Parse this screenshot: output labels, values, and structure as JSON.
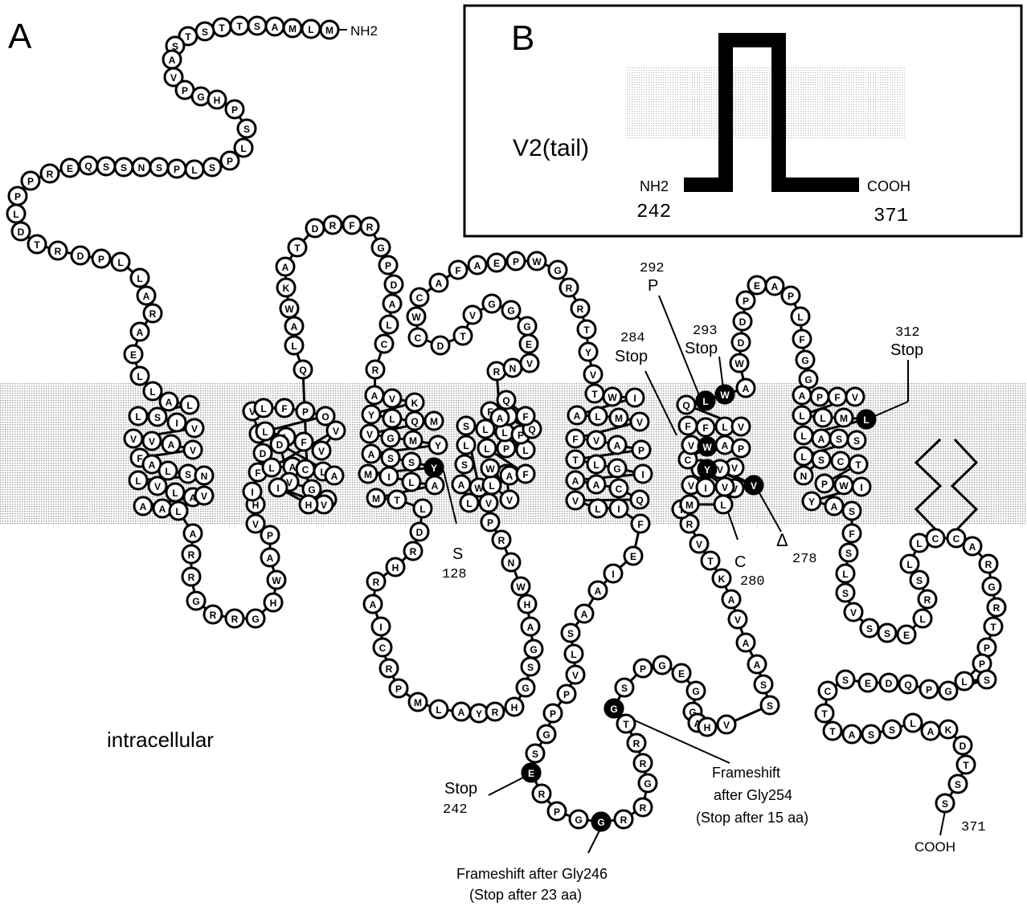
{
  "panel_a": {
    "letter": "A",
    "nh2": "NH2",
    "intracellular": "intracellular",
    "cooh": "COOH",
    "cooh_num": "371"
  },
  "panel_b": {
    "letter": "B",
    "name": "V2(tail)",
    "nh2": "NH2",
    "start": "242",
    "cooh": "COOH",
    "end": "371"
  },
  "annotations": {
    "a292_num": "292",
    "a292_res": "P",
    "a284_num": "284",
    "a284_txt": "Stop",
    "a293_num": "293",
    "a293_txt": "Stop",
    "a312_num": "312",
    "a312_txt": "Stop",
    "a128_res": "S",
    "a128_num": "128",
    "a280_res": "C",
    "a280_num": "280",
    "a278_sym": "Δ",
    "a278_num": "278",
    "a242_txt": "Stop",
    "a242_num": "242",
    "fs254_l1": "Frameshift",
    "fs254_l2": "after Gly254",
    "fs254_l3": "(Stop after 15 aa)",
    "fs246_l1": "Frameshift after Gly246",
    "fs246_l2": "(Stop after 23 aa)"
  },
  "chain": [
    [
      "M",
      410,
      37
    ],
    [
      "L",
      387,
      36
    ],
    [
      "M",
      364,
      35
    ],
    [
      "A",
      342,
      33
    ],
    [
      "S",
      320,
      32
    ],
    [
      "T",
      298,
      32
    ],
    [
      "T",
      276,
      34
    ],
    [
      "S",
      255,
      39
    ],
    [
      "T",
      234,
      45
    ],
    [
      "S",
      218,
      57
    ],
    [
      "A",
      214,
      74
    ],
    [
      "V",
      216,
      96
    ],
    [
      "P",
      230,
      112
    ],
    [
      "G",
      250,
      120
    ],
    [
      "H",
      270,
      124
    ],
    [
      "P",
      292,
      136
    ],
    [
      "S",
      307,
      160
    ],
    [
      "L",
      303,
      184
    ],
    [
      "P",
      286,
      200
    ],
    [
      "S",
      264,
      208
    ],
    [
      "L",
      242,
      211
    ],
    [
      "P",
      220,
      210
    ],
    [
      "S",
      198,
      208
    ],
    [
      "N",
      176,
      208
    ],
    [
      "S",
      154,
      208
    ],
    [
      "S",
      132,
      207
    ],
    [
      "Q",
      110,
      206
    ],
    [
      "E",
      87,
      209
    ],
    [
      "R",
      62,
      216
    ],
    [
      "P",
      38,
      225
    ],
    [
      "P",
      22,
      244
    ],
    [
      "L",
      20,
      266
    ],
    [
      "D",
      26,
      288
    ],
    [
      "T",
      46,
      304
    ],
    [
      "R",
      72,
      312
    ],
    [
      "D",
      100,
      318
    ],
    [
      "P",
      126,
      322
    ],
    [
      "L",
      150,
      326
    ],
    [
      "L",
      174,
      346
    ],
    [
      "A",
      182,
      368
    ],
    [
      "R",
      190,
      390
    ],
    [
      "A",
      174,
      413
    ],
    [
      "E",
      166,
      441
    ],
    [
      "L",
      174,
      468
    ],
    [
      "L",
      190,
      487
    ],
    [
      "A",
      210,
      500
    ],
    [
      "L",
      236,
      504
    ],
    [
      "L",
      172,
      518
    ],
    [
      "S",
      196,
      519
    ],
    [
      "I",
      220,
      526
    ],
    [
      "V",
      242,
      533
    ],
    [
      "V",
      166,
      546
    ],
    [
      "V",
      189,
      549
    ],
    [
      "A",
      213,
      553
    ],
    [
      "V",
      240,
      560
    ],
    [
      "F",
      174,
      570
    ],
    [
      "A",
      189,
      578
    ],
    [
      "L",
      209,
      586
    ],
    [
      "S",
      234,
      590
    ],
    [
      "N",
      254,
      592
    ],
    [
      "L",
      172,
      598
    ],
    [
      "V",
      196,
      605
    ],
    [
      "L",
      218,
      613
    ],
    [
      "A",
      240,
      619
    ],
    [
      "V",
      254,
      617
    ],
    [
      "A",
      178,
      630
    ],
    [
      "A",
      202,
      633
    ],
    [
      "L",
      222,
      636
    ],
    [
      "A",
      240,
      664
    ],
    [
      "R",
      238,
      690
    ],
    [
      "R",
      238,
      718
    ],
    [
      "G",
      244,
      748
    ],
    [
      "R",
      265,
      765
    ],
    [
      "R",
      292,
      770
    ],
    [
      "G",
      318,
      770
    ],
    [
      "H",
      340,
      750
    ],
    [
      "W",
      344,
      722
    ],
    [
      "A",
      336,
      694
    ],
    [
      "P",
      336,
      666
    ],
    [
      "V",
      318,
      652
    ],
    [
      "H",
      318,
      628
    ],
    [
      "I",
      314,
      612
    ],
    [
      "F",
      321,
      588
    ],
    [
      "D",
      327,
      564
    ],
    [
      "L",
      322,
      540
    ],
    [
      "V",
      314,
      512
    ],
    [
      "L",
      328,
      508
    ],
    [
      "F",
      354,
      508
    ],
    [
      "P",
      380,
      512
    ],
    [
      "O",
      405,
      518
    ],
    [
      "L",
      330,
      537
    ],
    [
      "L",
      356,
      544
    ],
    [
      "F",
      378,
      550
    ],
    [
      "V",
      400,
      561
    ],
    [
      "V",
      418,
      536
    ],
    [
      "L",
      338,
      582
    ],
    [
      "A",
      364,
      581
    ],
    [
      "C",
      380,
      584
    ],
    [
      "L",
      402,
      587
    ],
    [
      "A",
      416,
      592
    ],
    [
      "D",
      348,
      553
    ],
    [
      "V",
      360,
      600
    ],
    [
      "G",
      388,
      609
    ],
    [
      "H",
      407,
      622
    ],
    [
      "V",
      403,
      628
    ],
    [
      "I",
      346,
      607
    ],
    [
      "H",
      384,
      628
    ],
    [
      "Q",
      377,
      460
    ],
    [
      "L",
      366,
      430
    ],
    [
      "A",
      366,
      406
    ],
    [
      "W",
      360,
      384
    ],
    [
      "K",
      356,
      358
    ],
    [
      "A",
      355,
      332
    ],
    [
      "T",
      370,
      308
    ],
    [
      "D",
      392,
      284
    ],
    [
      "R",
      414,
      280
    ],
    [
      "F",
      438,
      280
    ],
    [
      "R",
      460,
      282
    ],
    [
      "G",
      474,
      308
    ],
    [
      "P",
      483,
      330
    ],
    [
      "D",
      490,
      354
    ],
    [
      "A",
      488,
      378
    ],
    [
      "L",
      484,
      404
    ],
    [
      "C",
      478,
      428
    ],
    [
      "R",
      467,
      460
    ],
    [
      "A",
      466,
      492
    ],
    [
      "V",
      488,
      496
    ],
    [
      "K",
      516,
      501
    ],
    [
      "Y",
      462,
      516
    ],
    [
      "L",
      488,
      521
    ],
    [
      "Q",
      516,
      524
    ],
    [
      "M",
      540,
      524
    ],
    [
      "V",
      460,
      540
    ],
    [
      "G",
      486,
      545
    ],
    [
      "M",
      514,
      548
    ],
    [
      "Y",
      545,
      554
    ],
    [
      "A",
      462,
      565
    ],
    [
      "S",
      486,
      570
    ],
    [
      "S",
      512,
      575
    ],
    [
      "Y",
      540,
      582
    ],
    [
      "M",
      458,
      590
    ],
    [
      "I",
      484,
      593
    ],
    [
      "L",
      512,
      600
    ],
    [
      "A",
      541,
      604
    ],
    [
      "M",
      468,
      620
    ],
    [
      "T",
      494,
      622
    ],
    [
      "L",
      526,
      633
    ],
    [
      "D",
      522,
      662
    ],
    [
      "R",
      514,
      686
    ],
    [
      "H",
      492,
      706
    ],
    [
      "R",
      468,
      724
    ],
    [
      "A",
      464,
      752
    ],
    [
      "I",
      474,
      780
    ],
    [
      "C",
      476,
      806
    ],
    [
      "R",
      484,
      832
    ],
    [
      "P",
      496,
      857
    ],
    [
      "M",
      520,
      874
    ],
    [
      "L",
      546,
      883
    ],
    [
      "A",
      574,
      886
    ],
    [
      "Y",
      596,
      888
    ],
    [
      "R",
      616,
      886
    ],
    [
      "H",
      640,
      880
    ],
    [
      "G",
      654,
      856
    ],
    [
      "S",
      660,
      830
    ],
    [
      "G",
      664,
      808
    ],
    [
      "A",
      660,
      780
    ],
    [
      "H",
      656,
      752
    ],
    [
      "W",
      648,
      730
    ],
    [
      "N",
      636,
      700
    ],
    [
      "R",
      624,
      672
    ],
    [
      "P",
      610,
      650
    ],
    [
      "V",
      608,
      626
    ],
    [
      "L",
      584,
      626
    ],
    [
      "A",
      574,
      603
    ],
    [
      "S",
      578,
      578
    ],
    [
      "L",
      580,
      554
    ],
    [
      "S",
      580,
      530
    ],
    [
      "W",
      596,
      607
    ],
    [
      "L",
      612,
      604
    ],
    [
      "V",
      634,
      622
    ],
    [
      "A",
      630,
      590
    ],
    [
      "W",
      610,
      583
    ],
    [
      "A",
      634,
      592
    ],
    [
      "F",
      654,
      590
    ],
    [
      "L",
      606,
      558
    ],
    [
      "P",
      630,
      558
    ],
    [
      "L",
      654,
      560
    ],
    [
      "L",
      604,
      534
    ],
    [
      "L",
      628,
      538
    ],
    [
      "P",
      648,
      541
    ],
    [
      "Q",
      662,
      534
    ],
    [
      "F",
      610,
      512
    ],
    [
      "I",
      632,
      518
    ],
    [
      "F",
      654,
      518
    ],
    [
      "Q",
      630,
      498
    ],
    [
      "A",
      622,
      520
    ],
    [
      "R",
      618,
      462
    ],
    [
      "N",
      638,
      458
    ],
    [
      "V",
      659,
      452
    ],
    [
      "E",
      658,
      428
    ],
    [
      "G",
      656,
      406
    ],
    [
      "G",
      636,
      386
    ],
    [
      "G",
      612,
      378
    ],
    [
      "V",
      588,
      392
    ],
    [
      "T",
      576,
      418
    ],
    [
      "D",
      548,
      430
    ],
    [
      "C",
      520,
      420
    ],
    [
      "W",
      518,
      394
    ],
    [
      "C",
      522,
      370
    ],
    [
      "A",
      546,
      352
    ],
    [
      "F",
      570,
      336
    ],
    [
      "A",
      594,
      330
    ],
    [
      "E",
      618,
      327
    ],
    [
      "P",
      642,
      325
    ],
    [
      "W",
      668,
      325
    ],
    [
      "G",
      694,
      336
    ],
    [
      "R",
      708,
      358
    ],
    [
      "R",
      722,
      384
    ],
    [
      "T",
      730,
      410
    ],
    [
      "Y",
      732,
      438
    ],
    [
      "V",
      738,
      466
    ],
    [
      "T",
      740,
      490
    ],
    [
      "W",
      762,
      494
    ],
    [
      "I",
      790,
      495
    ],
    [
      "A",
      718,
      517
    ],
    [
      "L",
      744,
      518
    ],
    [
      "M",
      770,
      520
    ],
    [
      "V",
      796,
      525
    ],
    [
      "F",
      716,
      546
    ],
    [
      "V",
      742,
      548
    ],
    [
      "A",
      768,
      554
    ],
    [
      "P",
      798,
      560
    ],
    [
      "T",
      716,
      572
    ],
    [
      "L",
      742,
      578
    ],
    [
      "G",
      768,
      583
    ],
    [
      "I",
      800,
      590
    ],
    [
      "A",
      716,
      598
    ],
    [
      "A",
      742,
      603
    ],
    [
      "C",
      770,
      608
    ],
    [
      "Q",
      796,
      622
    ],
    [
      "V",
      716,
      623
    ],
    [
      "L",
      744,
      633
    ],
    [
      "I",
      770,
      633
    ],
    [
      "F",
      797,
      652
    ],
    [
      "E",
      788,
      692
    ],
    [
      "I",
      763,
      714
    ],
    [
      "A",
      744,
      735
    ],
    [
      "A",
      727,
      764
    ],
    [
      "S",
      710,
      788
    ],
    [
      "L",
      714,
      814
    ],
    [
      "V",
      716,
      840
    ],
    [
      "P",
      705,
      864
    ],
    [
      "P",
      688,
      888
    ],
    [
      "G",
      680,
      914
    ],
    [
      "S",
      666,
      938
    ],
    [
      "E",
      661,
      962
    ],
    [
      "R",
      674,
      988
    ],
    [
      "P",
      693,
      1010
    ],
    [
      "G",
      720,
      1020
    ],
    [
      "G",
      748,
      1023
    ],
    [
      "R",
      776,
      1020
    ],
    [
      "R",
      800,
      1005
    ],
    [
      "G",
      806,
      975
    ],
    [
      "R",
      800,
      950
    ],
    [
      "R",
      792,
      925
    ],
    [
      "T",
      779,
      901
    ],
    [
      "G",
      764,
      882
    ],
    [
      "S",
      777,
      856
    ],
    [
      "P",
      800,
      832
    ],
    [
      "G",
      824,
      828
    ],
    [
      "E",
      848,
      838
    ],
    [
      "G",
      866,
      860
    ],
    [
      "G",
      862,
      886
    ],
    [
      "A",
      868,
      900
    ],
    [
      "H",
      880,
      905
    ],
    [
      "V",
      904,
      902
    ],
    [
      "S",
      958,
      878
    ],
    [
      "S",
      950,
      852
    ],
    [
      "A",
      942,
      827
    ],
    [
      "A",
      928,
      800
    ],
    [
      "V",
      918,
      771
    ],
    [
      "A",
      910,
      746
    ],
    [
      "K",
      898,
      720
    ],
    [
      "T",
      884,
      698
    ],
    [
      "V",
      870,
      677
    ],
    [
      "R",
      858,
      652
    ],
    [
      "T",
      848,
      634
    ],
    [
      "M",
      858,
      628
    ],
    [
      "L",
      900,
      628
    ],
    [
      "V",
      914,
      608
    ],
    [
      "V",
      914,
      582
    ],
    [
      "V",
      860,
      604
    ],
    [
      "I",
      878,
      607
    ],
    [
      "V",
      902,
      606
    ],
    [
      "Y",
      872,
      584
    ],
    [
      "V",
      896,
      584
    ],
    [
      "V",
      938,
      604
    ],
    [
      "C",
      856,
      572
    ],
    [
      "W",
      880,
      556
    ],
    [
      "A",
      902,
      554
    ],
    [
      "P",
      922,
      558
    ],
    [
      "V",
      860,
      554
    ],
    [
      "F",
      856,
      530
    ],
    [
      "F",
      878,
      532
    ],
    [
      "L",
      902,
      531
    ],
    [
      "V",
      922,
      531
    ],
    [
      "Q",
      854,
      504
    ],
    [
      "L",
      878,
      499
    ],
    [
      "W",
      902,
      491
    ],
    [
      "A",
      928,
      483
    ],
    [
      "W",
      920,
      452
    ],
    [
      "D",
      922,
      426
    ],
    [
      "D",
      924,
      400
    ],
    [
      "P",
      928,
      374
    ],
    [
      "E",
      942,
      355
    ],
    [
      "A",
      964,
      356
    ],
    [
      "P",
      984,
      368
    ],
    [
      "L",
      996,
      394
    ],
    [
      "F",
      998,
      422
    ],
    [
      "G",
      1002,
      448
    ],
    [
      "G",
      1006,
      472
    ],
    [
      "A",
      998,
      492
    ],
    [
      "P",
      1020,
      494
    ],
    [
      "F",
      1042,
      494
    ],
    [
      "V",
      1064,
      494
    ],
    [
      "L",
      998,
      517
    ],
    [
      "L",
      1024,
      520
    ],
    [
      "M",
      1050,
      520
    ],
    [
      "L",
      1078,
      522
    ],
    [
      "L",
      1000,
      542
    ],
    [
      "A",
      1022,
      546
    ],
    [
      "S",
      1044,
      546
    ],
    [
      "S",
      1066,
      548
    ],
    [
      "L",
      1000,
      568
    ],
    [
      "N",
      1000,
      592
    ],
    [
      "S",
      1022,
      572
    ],
    [
      "C",
      1046,
      574
    ],
    [
      "T",
      1068,
      578
    ],
    [
      "P",
      1026,
      602
    ],
    [
      "W",
      1050,
      604
    ],
    [
      "I",
      1072,
      606
    ],
    [
      "Y",
      1010,
      624
    ],
    [
      "A",
      1038,
      630
    ],
    [
      "S",
      1060,
      636
    ],
    [
      "F",
      1060,
      664
    ],
    [
      "S",
      1056,
      688
    ],
    [
      "L",
      1052,
      714
    ],
    [
      "S",
      1052,
      738
    ],
    [
      "V",
      1062,
      762
    ],
    [
      "S",
      1082,
      782
    ],
    [
      "S",
      1104,
      788
    ],
    [
      "E",
      1128,
      790
    ],
    [
      "L",
      1148,
      770
    ],
    [
      "R",
      1154,
      746
    ],
    [
      "S",
      1144,
      722
    ],
    [
      "L",
      1132,
      702
    ],
    [
      "L",
      1144,
      676
    ],
    [
      "C",
      1164,
      670
    ],
    [
      "C",
      1190,
      670
    ],
    [
      "A",
      1210,
      680
    ],
    [
      "R",
      1230,
      702
    ],
    [
      "G",
      1234,
      730
    ],
    [
      "R",
      1240,
      756
    ],
    [
      "T",
      1236,
      780
    ],
    [
      "P",
      1228,
      806
    ],
    [
      "P",
      1222,
      826
    ],
    [
      "L",
      1200,
      848
    ],
    [
      "S",
      1228,
      846
    ],
    [
      "G",
      1180,
      860
    ],
    [
      "P",
      1156,
      858
    ],
    [
      "Q",
      1130,
      852
    ],
    [
      "D",
      1106,
      850
    ],
    [
      "E",
      1080,
      850
    ],
    [
      "S",
      1052,
      846
    ],
    [
      "C",
      1030,
      860
    ],
    [
      "T",
      1026,
      888
    ],
    [
      "T",
      1036,
      910
    ],
    [
      "A",
      1060,
      914
    ],
    [
      "S",
      1084,
      914
    ],
    [
      "S",
      1110,
      908
    ],
    [
      "L",
      1136,
      900
    ],
    [
      "A",
      1158,
      910
    ],
    [
      "K",
      1180,
      908
    ],
    [
      "D",
      1198,
      928
    ],
    [
      "T",
      1202,
      952
    ],
    [
      "S",
      1192,
      976
    ],
    [
      "S",
      1176,
      1000
    ]
  ],
  "highlighted": [
    [
      "Y",
      540,
      582
    ],
    [
      "L",
      878,
      499
    ],
    [
      "W",
      902,
      491
    ],
    [
      "W",
      880,
      556
    ],
    [
      "Y",
      880,
      584
    ],
    [
      "V",
      938,
      604
    ],
    [
      "L",
      1078,
      522
    ],
    [
      "E",
      661,
      962
    ],
    [
      "G",
      748,
      1023
    ],
    [
      "G",
      764,
      882
    ]
  ]
}
